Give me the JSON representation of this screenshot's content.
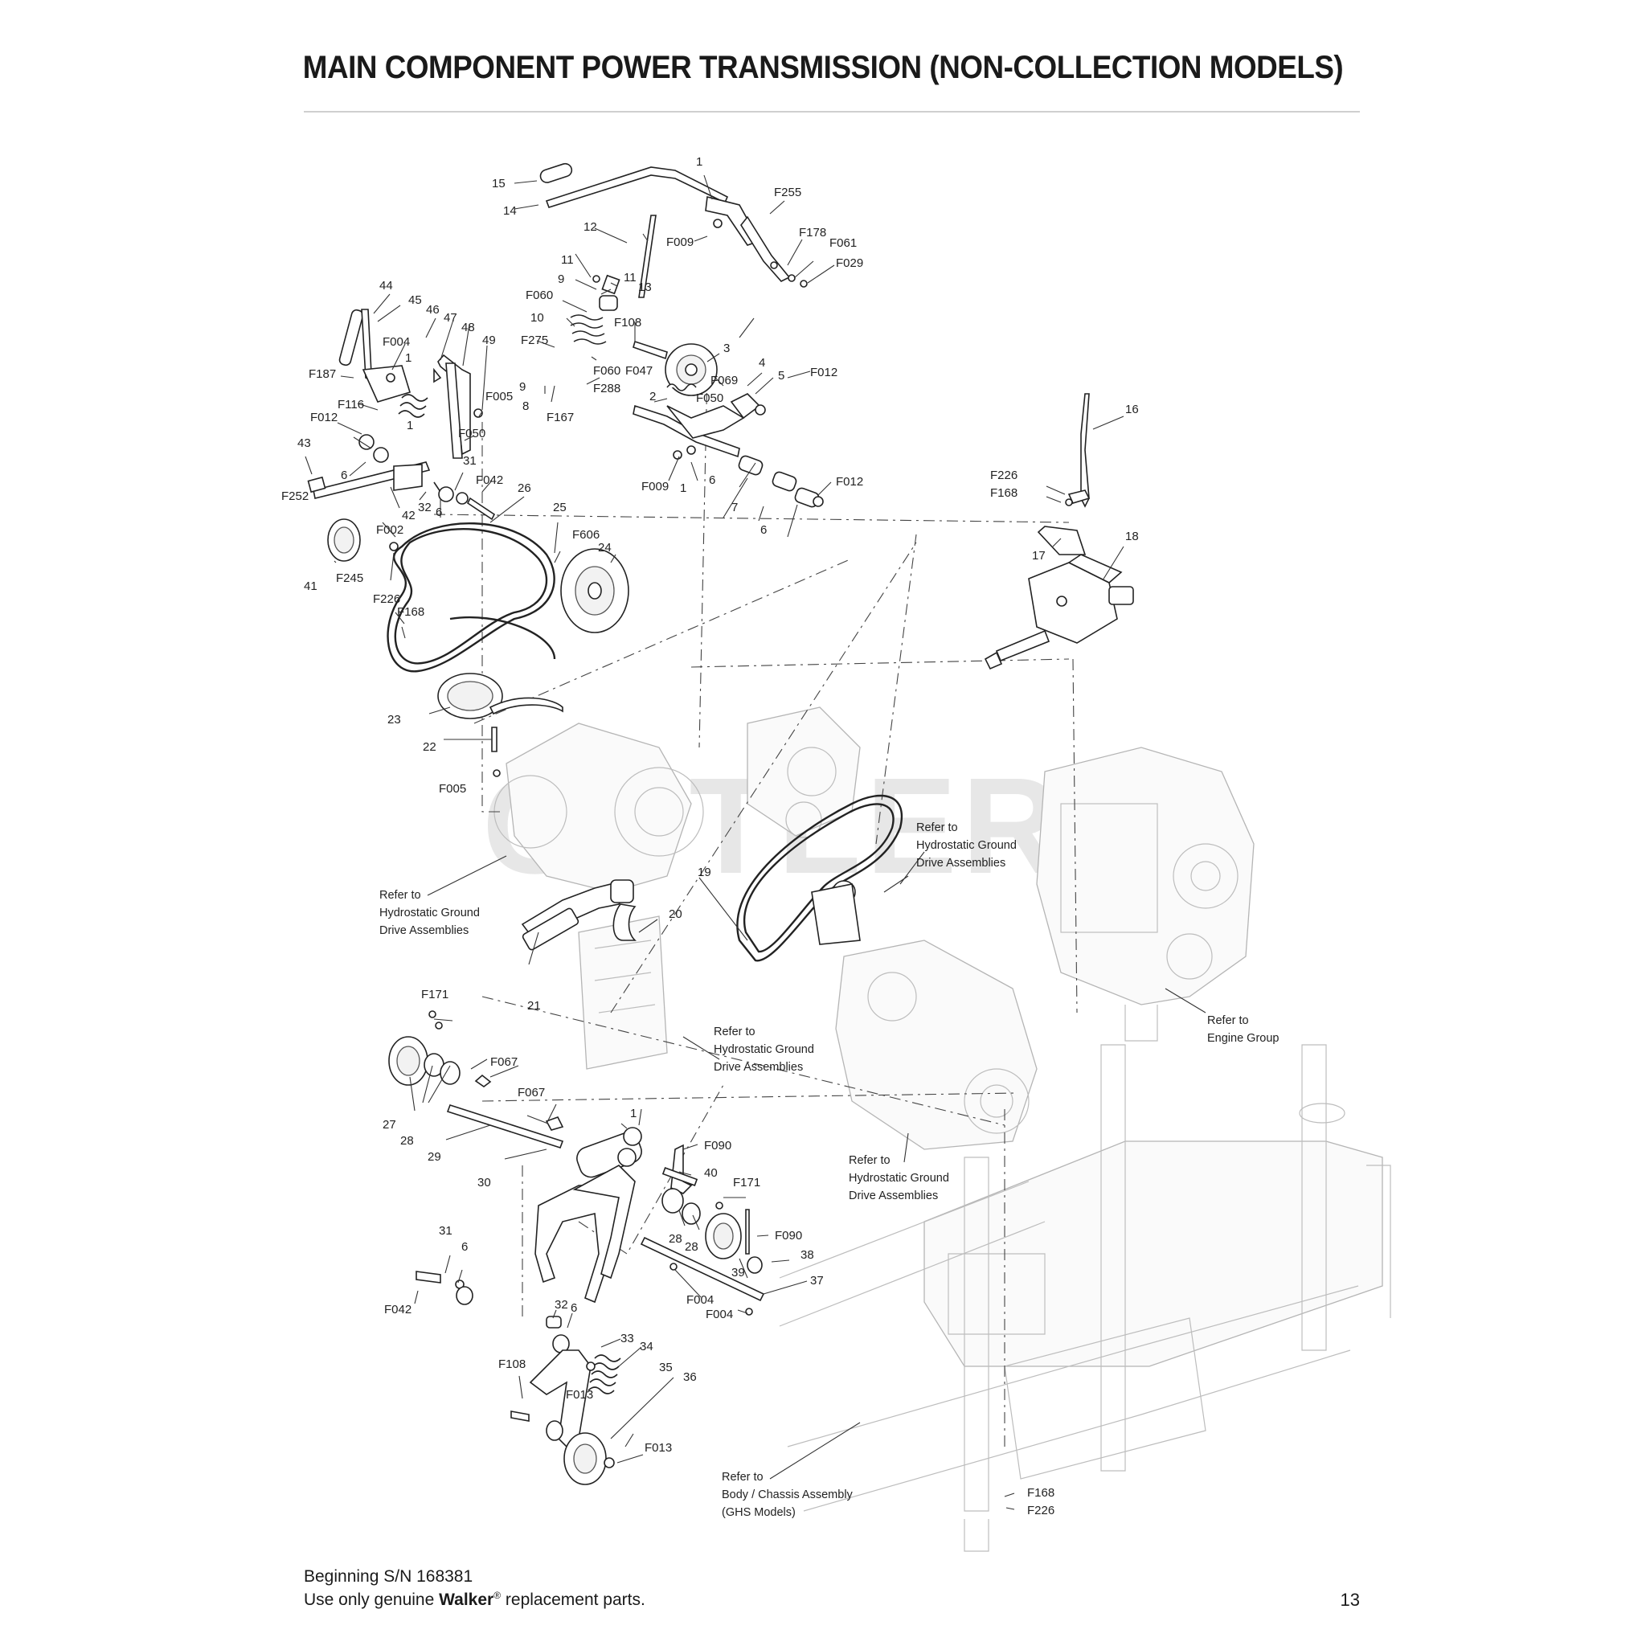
{
  "page": {
    "title": "MAIN COMPONENT POWER TRANSMISSION (NON-COLLECTION MODELS)",
    "watermark": "CUTLER'S",
    "footer": {
      "serial_line": "Beginning S/N 168381",
      "genuine_prefix": "Use only genuine ",
      "brand": "Walker",
      "registered": "®",
      "genuine_suffix": " replacement parts."
    },
    "page_number": "13"
  },
  "callouts": {
    "c15": "15",
    "c14": "14",
    "c1a": "1",
    "cF255": "F255",
    "c12": "12",
    "cF178": "F178",
    "cF061": "F061",
    "cF029": "F029",
    "cF009a": "F009",
    "c11a": "11",
    "c9a": "9",
    "c11b": "11",
    "c13": "13",
    "cF060a": "F060",
    "c10": "10",
    "cF108a": "F108",
    "c3": "3",
    "cF275": "F275",
    "cF060b": "F060",
    "cF288": "F288",
    "cF047": "F047",
    "cF069": "F069",
    "c4": "4",
    "c5": "5",
    "cF012a": "F012",
    "c9b": "9",
    "c8": "8",
    "cF167": "F167",
    "c2": "2",
    "cF050a": "F050",
    "cF009b": "F009",
    "c1b": "1",
    "c6a": "6",
    "c7": "7",
    "cF012b": "F012",
    "c6b": "6",
    "c44": "44",
    "c45": "45",
    "c46": "46",
    "c47": "47",
    "c48": "48",
    "c49": "49",
    "cF004a": "F004",
    "c1c": "1",
    "cF187": "F187",
    "cF116": "F116",
    "cF005a": "F005",
    "cF050b": "F050",
    "cF012c": "F012",
    "c1d": "1",
    "c43": "43",
    "c6c": "6",
    "c31a": "31",
    "cF042a": "F042",
    "cF252": "F252",
    "c42": "42",
    "c32a": "32",
    "c6d": "6",
    "c26": "26",
    "c25": "25",
    "cF606": "F606",
    "c24": "24",
    "cF002": "F002",
    "c41": "41",
    "cF245": "F245",
    "cF226a": "F226",
    "cF168a": "F168",
    "c23": "23",
    "c22": "22",
    "cF005b": "F005",
    "c16": "16",
    "cF226b": "F226",
    "cF168b": "F168",
    "c17": "17",
    "c18": "18",
    "c19": "19",
    "c20": "20",
    "c21": "21",
    "cF171a": "F171",
    "cF067a": "F067",
    "cF067b": "F067",
    "c27": "27",
    "c28a": "28",
    "c29": "29",
    "c1e": "1",
    "cF090a": "F090",
    "c40": "40",
    "c30": "30",
    "cF171b": "F171",
    "c28b": "28",
    "c28c": "28",
    "cF090b": "F090",
    "c38": "38",
    "c39": "39",
    "c37": "37",
    "cF004b": "F004",
    "cF004c": "F004",
    "c31b": "31",
    "c6e": "6",
    "cF042b": "F042",
    "c32b": "32",
    "c6f": "6",
    "c33": "33",
    "c34": "34",
    "cF108b": "F108",
    "c35": "35",
    "cF013a": "F013",
    "c36": "36",
    "cF013b": "F013",
    "cF168c": "F168",
    "cF226c": "F226"
  },
  "notes": {
    "hydro1": [
      "Refer to",
      "Hydrostatic Ground",
      "Drive Assemblies"
    ],
    "hydro2": [
      "Refer to",
      "Hydrostatic Ground",
      "Drive Assemblies"
    ],
    "hydro3": [
      "Refer to",
      "Hydrostatic Ground",
      "Drive Assemblies"
    ],
    "hydro4": [
      "Refer to",
      "Hydrostatic Ground",
      "Drive Assemblies"
    ],
    "engine": [
      "Refer to",
      "Engine Group"
    ],
    "body": [
      "Refer to",
      "Body / Chassis Assembly",
      "(GHS Models)"
    ]
  }
}
